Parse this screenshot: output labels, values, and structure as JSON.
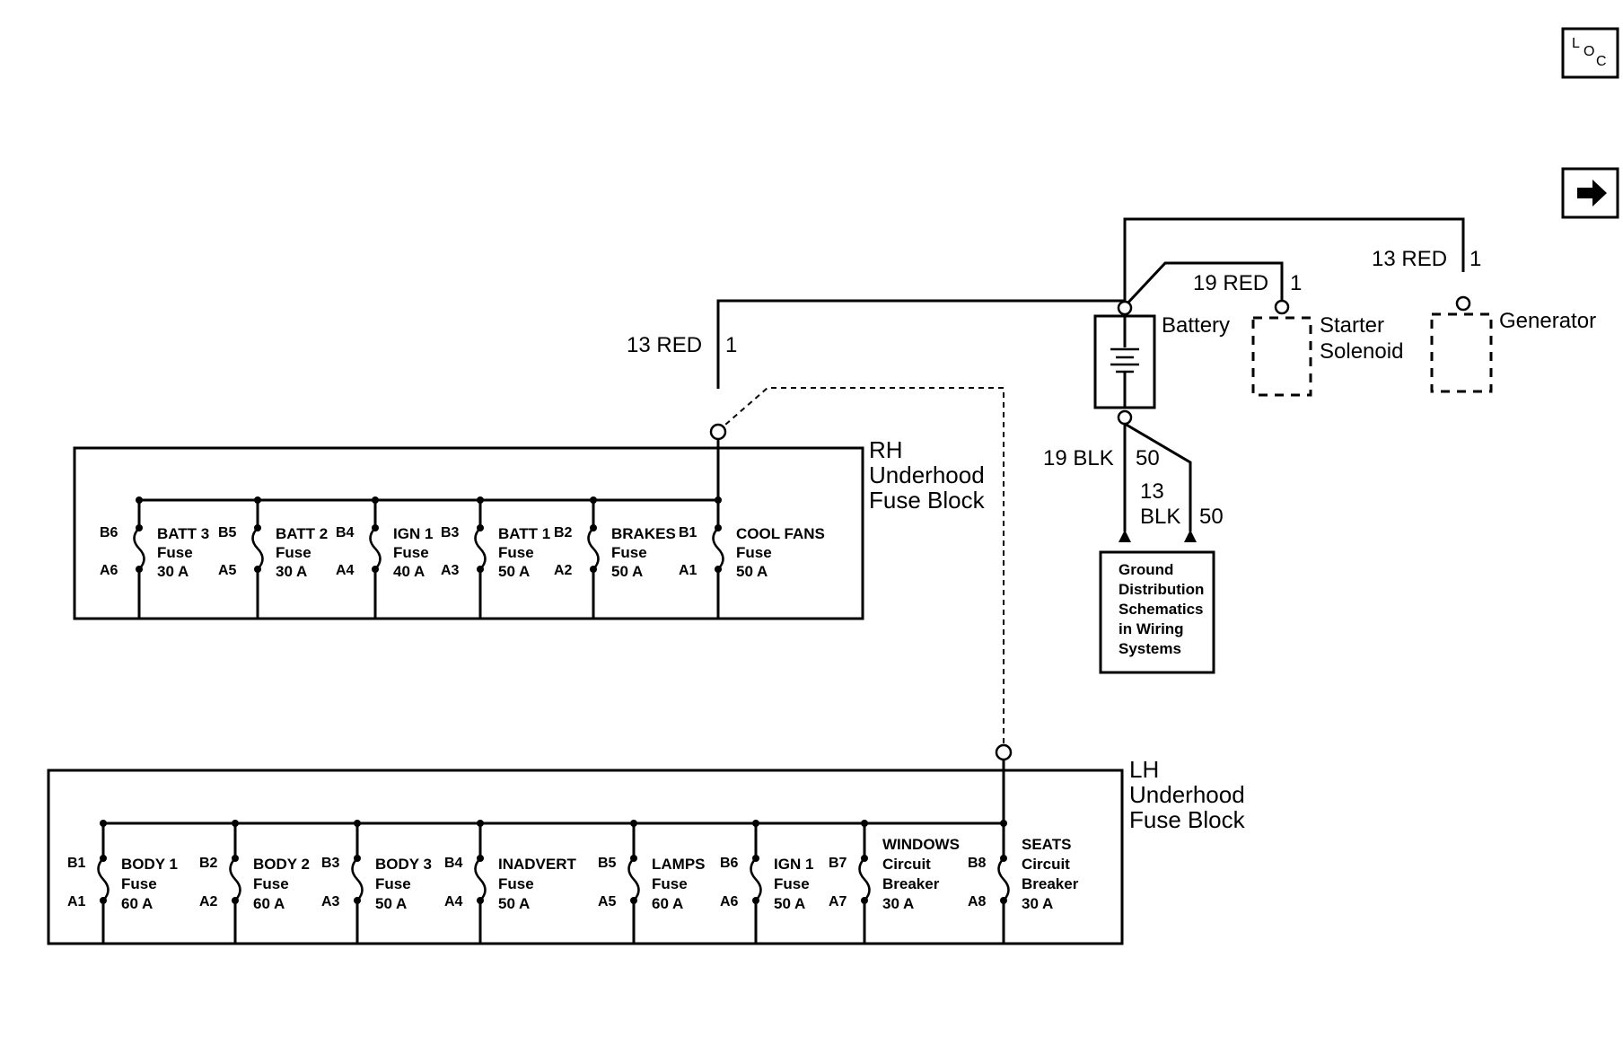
{
  "icons": {
    "loc": "location-icon",
    "next": "right-arrow-icon"
  },
  "loc_icon": {
    "l": "L",
    "o": "O",
    "c": "C"
  },
  "wires": {
    "top_right": {
      "label": "13 RED",
      "pin": "1"
    },
    "starter": {
      "label": "19 RED",
      "pin": "1"
    },
    "rh_feed": {
      "label": "13 RED",
      "pin": "1"
    },
    "ground_a": {
      "label": "19 BLK",
      "pin": "50"
    },
    "ground_b": {
      "label_line1": "13",
      "label_line2": "BLK",
      "pin": "50"
    }
  },
  "components": {
    "battery": "Battery",
    "starter_line1": "Starter",
    "starter_line2": "Solenoid",
    "generator": "Generator",
    "ground_lines": [
      "Ground",
      "Distribution",
      "Schematics",
      "in Wiring",
      "Systems"
    ]
  },
  "rh_block": {
    "title_lines": [
      "RH",
      "Underhood",
      "Fuse Block"
    ],
    "fuses": [
      {
        "top_pin": "B6",
        "bottom_pin": "A6",
        "lines": [
          "BATT 3",
          "Fuse",
          "30 A"
        ]
      },
      {
        "top_pin": "B5",
        "bottom_pin": "A5",
        "lines": [
          "BATT 2",
          "Fuse",
          "30 A"
        ]
      },
      {
        "top_pin": "B4",
        "bottom_pin": "A4",
        "lines": [
          "IGN 1",
          "Fuse",
          "40 A"
        ]
      },
      {
        "top_pin": "B3",
        "bottom_pin": "A3",
        "lines": [
          "BATT 1",
          "Fuse",
          "50 A"
        ]
      },
      {
        "top_pin": "B2",
        "bottom_pin": "A2",
        "lines": [
          "BRAKES",
          "Fuse",
          "50 A"
        ]
      },
      {
        "top_pin": "B1",
        "bottom_pin": "A1",
        "lines": [
          "COOL FANS",
          "Fuse",
          "50 A"
        ]
      }
    ]
  },
  "lh_block": {
    "title_lines": [
      "LH",
      "Underhood",
      "Fuse Block"
    ],
    "fuses": [
      {
        "top_pin": "B1",
        "bottom_pin": "A1",
        "lines": [
          "BODY 1",
          "Fuse",
          "60 A"
        ]
      },
      {
        "top_pin": "B2",
        "bottom_pin": "A2",
        "lines": [
          "BODY 2",
          "Fuse",
          "60 A"
        ]
      },
      {
        "top_pin": "B3",
        "bottom_pin": "A3",
        "lines": [
          "BODY 3",
          "Fuse",
          "50 A"
        ]
      },
      {
        "top_pin": "B4",
        "bottom_pin": "A4",
        "lines": [
          "INADVERT",
          "Fuse",
          "50 A"
        ]
      },
      {
        "top_pin": "B5",
        "bottom_pin": "A5",
        "lines": [
          "LAMPS",
          "Fuse",
          "60 A"
        ]
      },
      {
        "top_pin": "B6",
        "bottom_pin": "A6",
        "lines": [
          "IGN 1",
          "Fuse",
          "50 A"
        ]
      },
      {
        "top_pin": "B7",
        "bottom_pin": "A7",
        "lines": [
          "WINDOWS",
          "Circuit",
          "Breaker",
          "30 A"
        ]
      },
      {
        "top_pin": "B8",
        "bottom_pin": "A8",
        "lines": [
          "SEATS",
          "Circuit",
          "Breaker",
          "30 A"
        ]
      }
    ]
  }
}
